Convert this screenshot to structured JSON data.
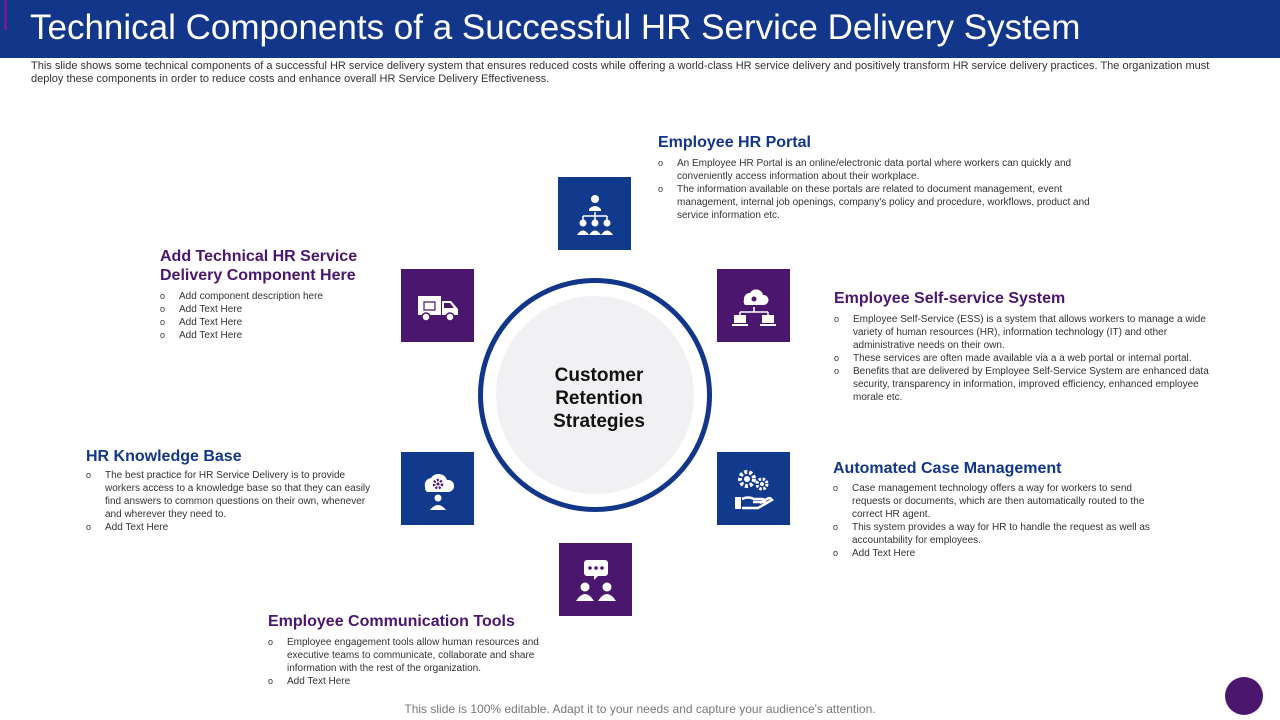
{
  "header": {
    "title": "Technical Components of a Successful HR Service Delivery System"
  },
  "intro": "This slide shows some technical components of a successful HR service delivery system that ensures reduced costs while offering a world-class HR service delivery and positively transform HR service delivery practices. The organization must deploy these components in order to reduce costs and enhance overall HR Service Delivery Effectiveness.",
  "center": {
    "line1": "Customer",
    "line2": "Retention",
    "line3": "Strategies"
  },
  "colors": {
    "blue": "#12368a",
    "purple": "#4b166e"
  },
  "sections": {
    "portal": {
      "title": "Employee HR Portal",
      "icon": "team-hierarchy-icon",
      "bullets": [
        "An Employee  HR Portal is an online/electronic data portal where workers can quickly and conveniently access information about their workplace.",
        "The information available on these portals are related to document management,  event management,  internal job openings, company's policy and procedure, workflows, product and service information etc."
      ]
    },
    "ess": {
      "title": "Employee Self-service System",
      "icon": "cloud-network-icon",
      "bullets": [
        "Employee  Self-Service (ESS) is a system that allows workers to manage a wide variety of human resources (HR), information technology (IT) and other administrative needs on their own.",
        "These services are often made available via a a web portal or internal portal.",
        "Benefits that are delivered by Employee  Self-Service System are enhanced data security, transparency in information, improved efficiency, enhanced employee morale etc."
      ]
    },
    "acm": {
      "title": "Automated Case Management",
      "icon": "gears-hand-icon",
      "bullets": [
        "Case management  technology offers a way for workers to send requests or documents, which are then automatically routed to the correct HR agent.",
        "This system provides a way for HR to handle the request as well as accountability for employees.",
        "Add Text Here"
      ]
    },
    "comm": {
      "title": "Employee Communication Tools",
      "icon": "chat-people-icon",
      "bullets": [
        "Employee  engagement tools allow human resources and executive teams to communicate,  collaborate and share information with the rest of the organization.",
        "Add Text Here"
      ]
    },
    "kb": {
      "title": "HR Knowledge Base",
      "icon": "cloud-person-icon",
      "bullets": [
        "The best practice for HR Service Delivery is to provide workers access to a knowledge base so that they can easily find answers to common questions on their own, whenever and wherever they need to.",
        "Add Text Here"
      ]
    },
    "add": {
      "title_line1": "Add Technical HR Service",
      "title_line2": "Delivery Component Here",
      "icon": "delivery-truck-icon",
      "bullets": [
        "Add component description here",
        "Add Text Here",
        "Add Text Here",
        "Add Text Here"
      ]
    }
  },
  "footer": "This slide is 100% editable. Adapt it to your needs and capture your audience's attention."
}
